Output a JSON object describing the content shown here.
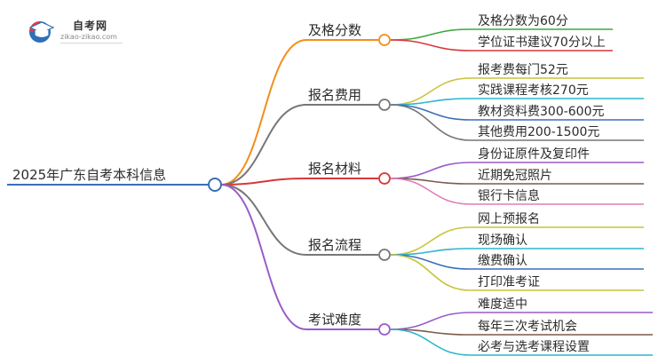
{
  "logo": {
    "title": "自考网",
    "subtitle": "zikao-zikao.com",
    "icon": "graduation-cap-icon"
  },
  "root": {
    "label": "2025年广东自考本科信息"
  },
  "branches": [
    {
      "label": "及格分数",
      "color": "#F28E1C",
      "children": [
        {
          "label": "及格分数为60分",
          "color": "#3DA83B"
        },
        {
          "label": "学位证书建议70分以上",
          "color": "#D8373A"
        }
      ]
    },
    {
      "label": "报名费用",
      "color": "#777777",
      "children": [
        {
          "label": "报考费每门52元",
          "color": "#C8C43A"
        },
        {
          "label": "实践课程考核270元",
          "color": "#2BB7CC"
        },
        {
          "label": "教材资料费300-600元",
          "color": "#3A6FB6"
        },
        {
          "label": "其他费用200-1500元",
          "color": "#777777"
        }
      ]
    },
    {
      "label": "报名材料",
      "color": "#D8373A",
      "children": [
        {
          "label": "身份证原件及复印件",
          "color": "#9A5CC8"
        },
        {
          "label": "近期免冠照片",
          "color": "#7A5A4A"
        },
        {
          "label": "银行卡信息",
          "color": "#E07DB8"
        }
      ]
    },
    {
      "label": "报名流程",
      "color": "#777777",
      "children": [
        {
          "label": "网上预报名",
          "color": "#C8C43A"
        },
        {
          "label": "现场确认",
          "color": "#2BB7CC"
        },
        {
          "label": "缴费确认",
          "color": "#3A6FB6"
        },
        {
          "label": "打印准考证",
          "color": "#C8C43A"
        }
      ]
    },
    {
      "label": "考试难度",
      "color": "#9A5CC8",
      "children": [
        {
          "label": "难度适中",
          "color": "#9A5CC8"
        },
        {
          "label": "每年三次考试机会",
          "color": "#7A5A4A"
        },
        {
          "label": "必考与选考课程设置",
          "color": "#2BB7CC"
        }
      ]
    }
  ]
}
